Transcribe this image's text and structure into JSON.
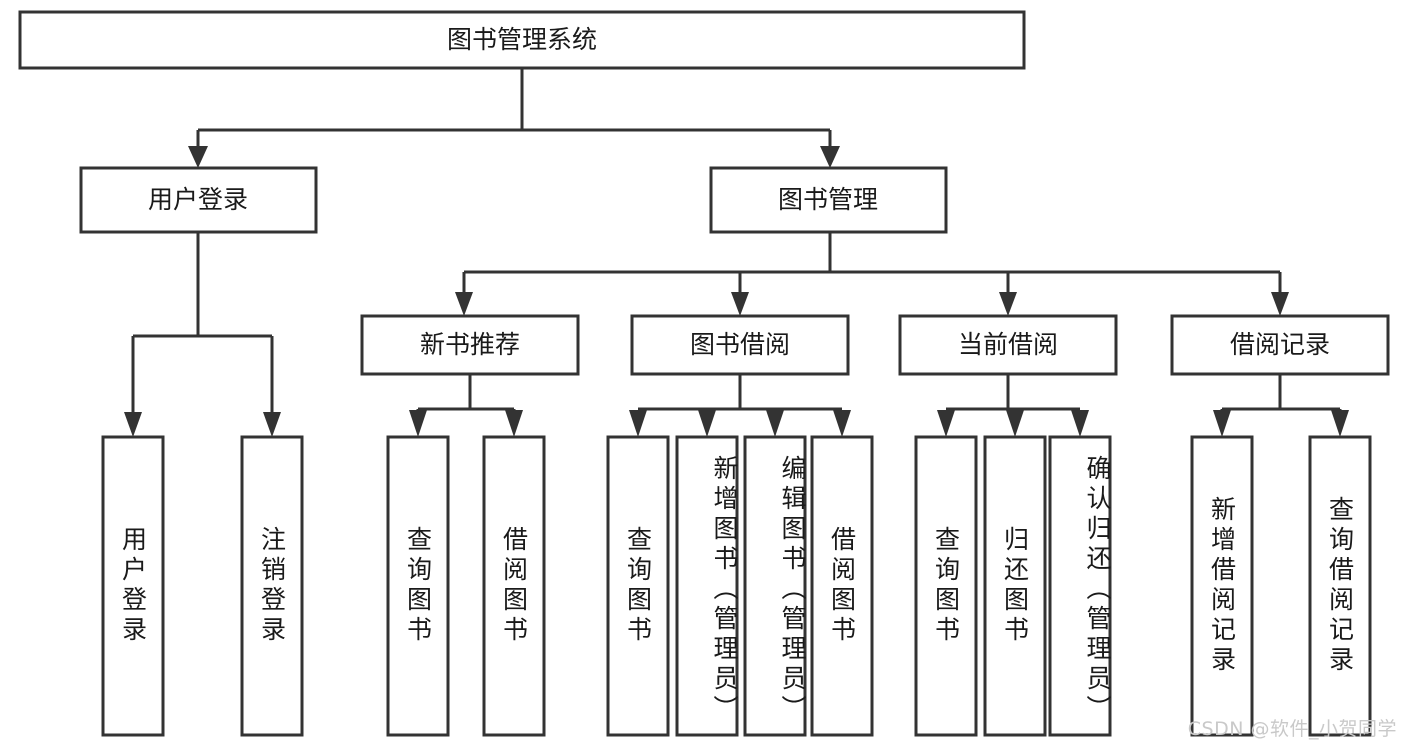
{
  "diagram": {
    "type": "tree",
    "title": "图书管理系统",
    "watermark": "CSDN @软件_小贺同学",
    "colors": {
      "stroke": "#333333",
      "box_fill": "#ffffff",
      "text": "#1a1a1a",
      "background": "#ffffff",
      "watermark": "#c9c9c9"
    },
    "root": {
      "label": "图书管理系统"
    },
    "level2": [
      {
        "label": "用户登录"
      },
      {
        "label": "图书管理"
      }
    ],
    "level3": [
      {
        "label": "新书推荐"
      },
      {
        "label": "图书借阅"
      },
      {
        "label": "当前借阅"
      },
      {
        "label": "借阅记录"
      }
    ],
    "leaves": {
      "user_login": [
        {
          "label": "用户登录"
        },
        {
          "label": "注销登录"
        }
      ],
      "new_book": [
        {
          "label": "查询图书"
        },
        {
          "label": "借阅图书"
        }
      ],
      "book_borrow": [
        {
          "label": "查询图书"
        },
        {
          "label": "新增图书（管理员）"
        },
        {
          "label": "编辑图书（管理员）"
        },
        {
          "label": "借阅图书"
        }
      ],
      "current_borrow": [
        {
          "label": "查询图书"
        },
        {
          "label": "归还图书"
        },
        {
          "label": "确认归还（管理员）"
        }
      ],
      "borrow_record": [
        {
          "label": "新增借阅记录"
        },
        {
          "label": "查询借阅记录"
        }
      ]
    }
  }
}
